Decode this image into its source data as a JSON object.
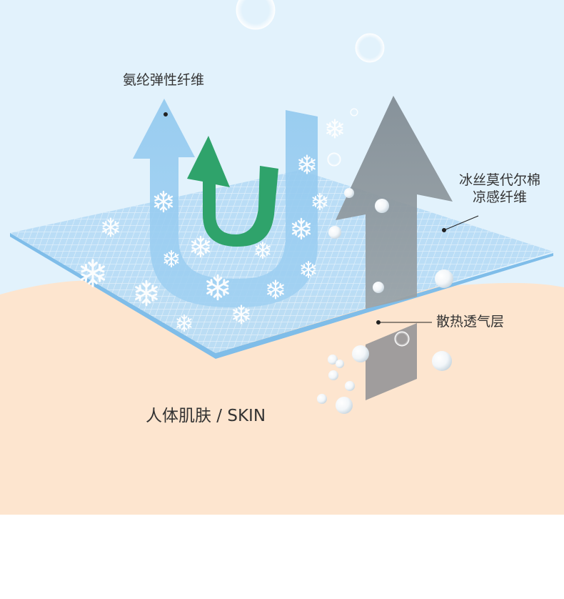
{
  "labels": {
    "spandex": "氨纶弹性纤维",
    "ice_silk_line1": "冰丝莫代尔棉",
    "ice_silk_line2": "凉感纤维",
    "heat_layer": "散热透气层",
    "skin": "人体肌肤 / SKIN"
  },
  "colors": {
    "sky": "#e2f2fc",
    "skin": "#fde5cf",
    "fabric": "#a9d3f3",
    "fabric_edge": "#8bc2ee",
    "blue_arrow": "#82bde8",
    "green_arrow": "#2fa36b",
    "gray_arrow": "#8a9399",
    "text": "#333333"
  },
  "icons": [
    "snowflake-icon",
    "bubble-icon",
    "arrow-up-icon",
    "u-turn-arrow-icon"
  ]
}
